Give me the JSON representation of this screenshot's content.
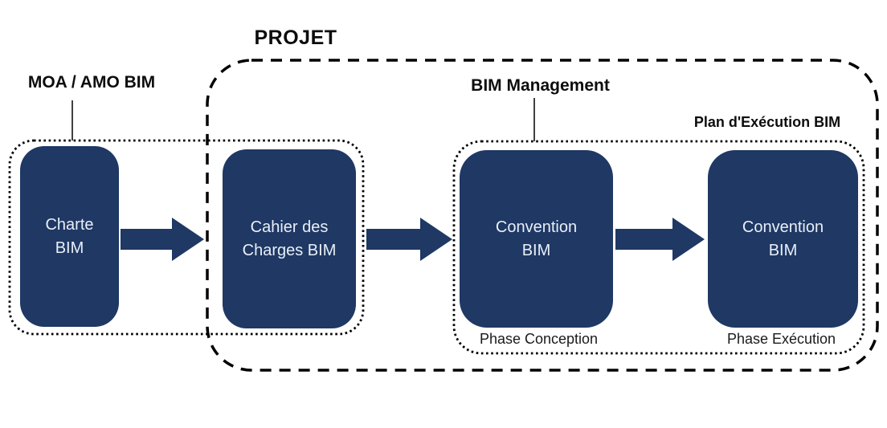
{
  "diagram": {
    "title": "PROJET",
    "labels": {
      "moa": "MOA / AMO BIM",
      "bim_management": "BIM Management",
      "plan_execution": "Plan d'Exécution BIM"
    },
    "boxes": [
      {
        "line1": "Charte",
        "line2": "BIM"
      },
      {
        "line1": "Cahier des",
        "line2": "Charges BIM"
      },
      {
        "line1": "Convention",
        "line2": "BIM"
      },
      {
        "line1": "Convention",
        "line2": "BIM"
      }
    ],
    "phases": {
      "conception": "Phase Conception",
      "execution": "Phase Exécution"
    },
    "groups": [
      {
        "name": "moa-amo-bim",
        "border_style": "dotted"
      },
      {
        "name": "projet",
        "border_style": "dashed"
      },
      {
        "name": "bim-management",
        "border_style": "dotted"
      }
    ],
    "icons": {
      "flow_arrow": "flow-arrow-right"
    },
    "colors": {
      "box_fill": "#1F3864",
      "box_text": "#E9EFF8",
      "arrow_fill": "#1F3864",
      "border": "#000000",
      "background": "#FFFFFF"
    }
  }
}
